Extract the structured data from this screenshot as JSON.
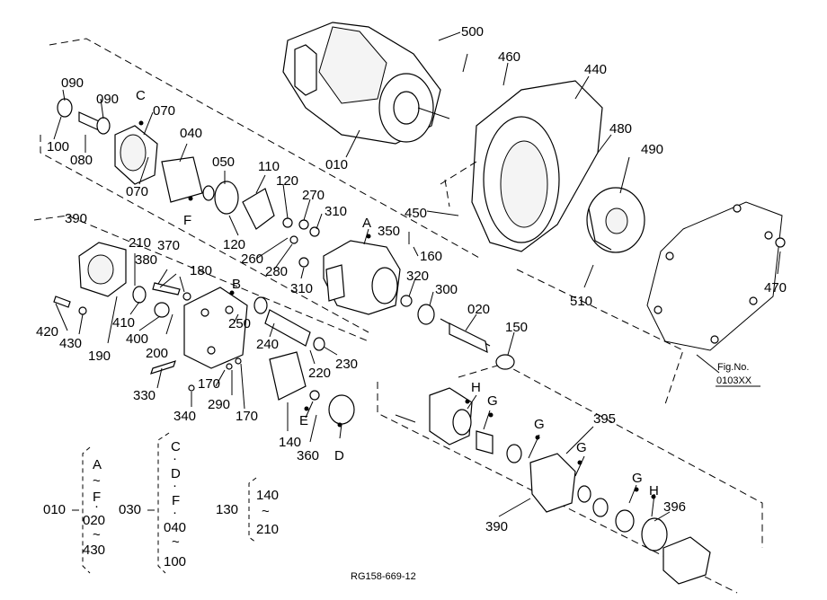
{
  "callouts": {
    "c500": "500",
    "c460": "460",
    "c440": "440",
    "c480": "480",
    "c490": "490",
    "c010": "010",
    "c450": "450",
    "c510": "510",
    "c470": "470",
    "c090a": "090",
    "c090b": "090",
    "c100": "100",
    "c080": "080",
    "c070a": "070",
    "c070b": "070",
    "c040": "040",
    "c050": "050",
    "c110": "110",
    "c120a": "120",
    "c120b": "120",
    "c270": "270",
    "c310a": "310",
    "c310b": "310",
    "c260": "260",
    "c280": "280",
    "c350": "350",
    "c160": "160",
    "c320": "320",
    "c300": "300",
    "c020": "020",
    "c150": "150",
    "c390a": "390",
    "c210": "210",
    "c370": "370",
    "c380": "380",
    "c180": "180",
    "c420": "420",
    "c430": "430",
    "c190": "190",
    "c410": "410",
    "c400": "400",
    "c200": "200",
    "c250": "250",
    "c240": "240",
    "c220": "220",
    "c230": "230",
    "c330": "330",
    "c170a": "170",
    "c170b": "170",
    "c290": "290",
    "c340": "340",
    "c140": "140",
    "c360": "360",
    "c395": "395",
    "c390b": "390",
    "c396": "396"
  },
  "letters": {
    "C": "C",
    "F": "F",
    "A": "A",
    "B": "B",
    "E": "E",
    "D": "D",
    "H1": "H",
    "G1": "G",
    "G2": "G",
    "G3": "G",
    "G4": "G",
    "H2": "H"
  },
  "figure": {
    "label": "Fig.No.",
    "number": "0103XX",
    "code": "RG158-669-12"
  },
  "legend": {
    "g1": {
      "key": "010",
      "items": [
        "A",
        "~",
        "F",
        "·",
        "020",
        "~",
        "430"
      ]
    },
    "g2": {
      "key": "030",
      "items": [
        "C",
        "·",
        "D",
        "·",
        "F",
        "·",
        "040",
        "~",
        "100"
      ]
    },
    "g3": {
      "key": "130",
      "items": [
        "140",
        "~",
        "210"
      ]
    }
  }
}
